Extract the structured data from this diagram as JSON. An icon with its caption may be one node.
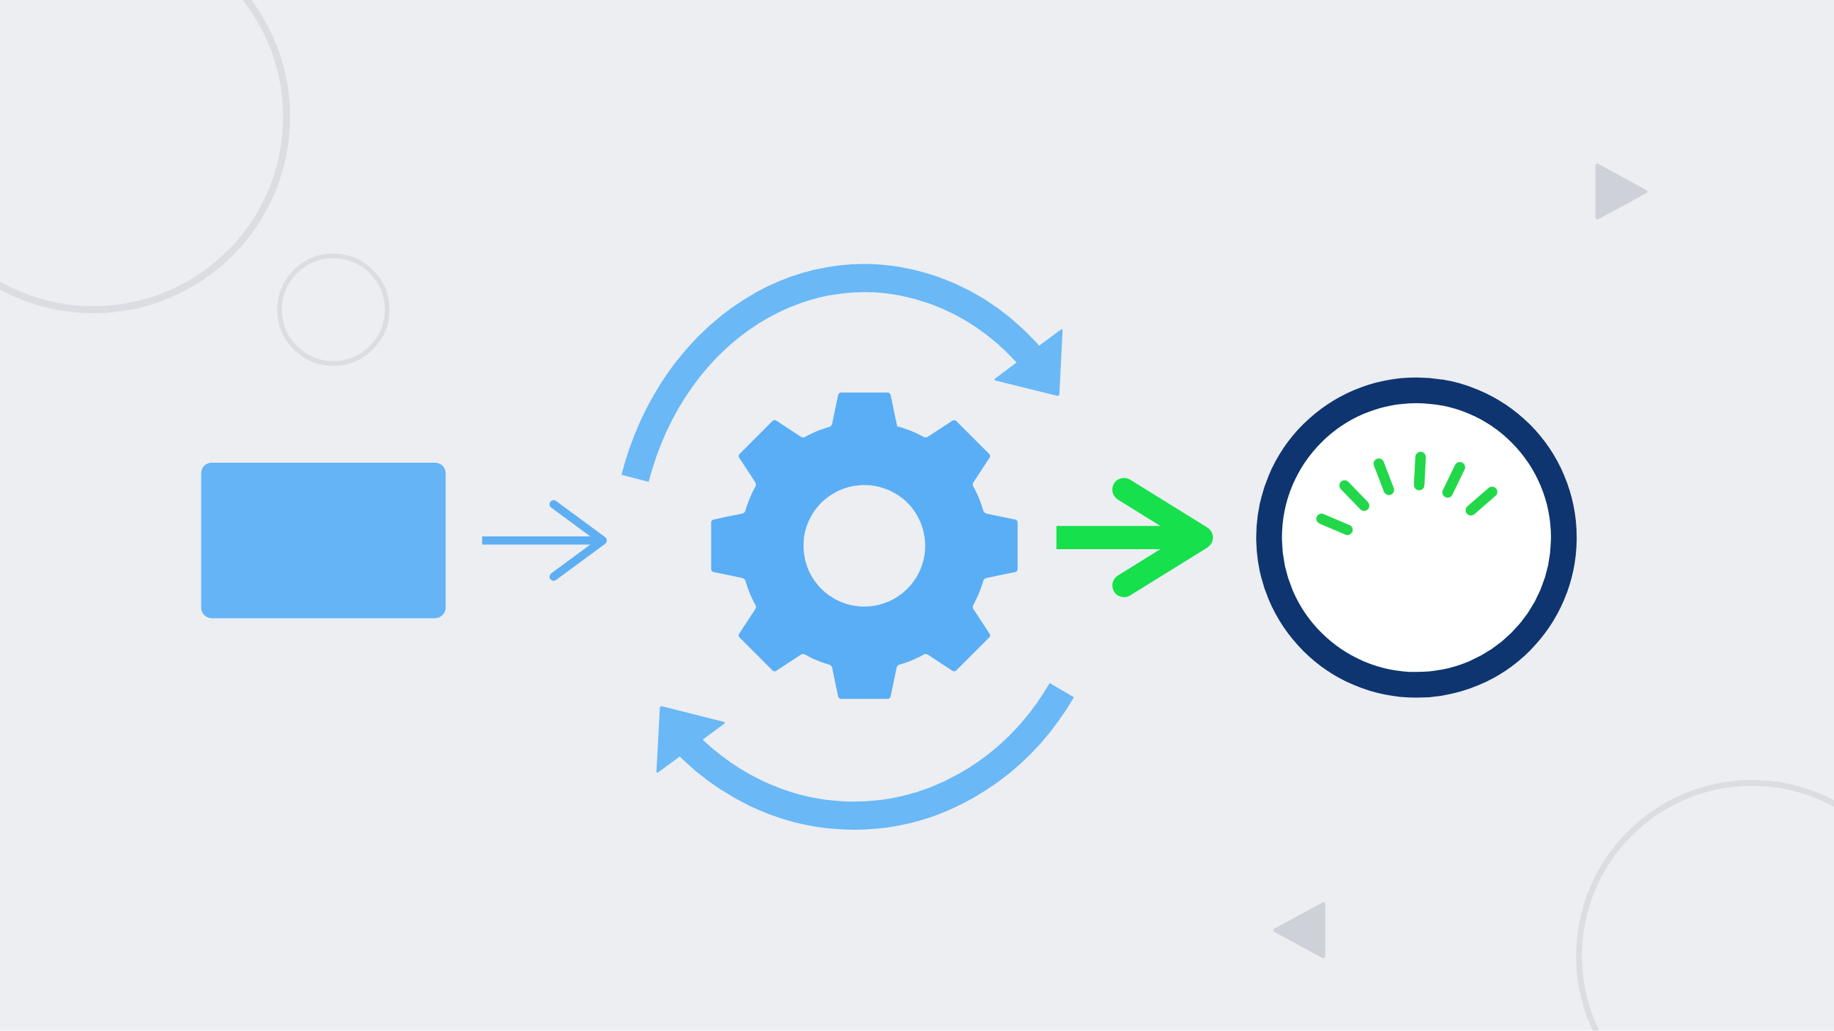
{
  "diagram": {
    "nodes": [
      {
        "text": [],
        "shape": "circle"
      },
      {
        "text": [],
        "shape": "circle"
      },
      {
        "text": [],
        "shape": "triangle"
      },
      {
        "text": [],
        "shape": "box"
      },
      {
        "text": [],
        "shape": "gear"
      },
      {
        "text": [],
        "shape": "circle"
      },
      {
        "text": [],
        "shape": "triangle"
      },
      {
        "text": [],
        "shape": "circle"
      }
    ],
    "edges": [
      {
        "from": 3,
        "to": 4,
        "arrow": "to"
      },
      {
        "from": 4,
        "to": 5,
        "arrow": "to",
        "style": "thick",
        "color": "#16e04c"
      }
    ]
  }
}
